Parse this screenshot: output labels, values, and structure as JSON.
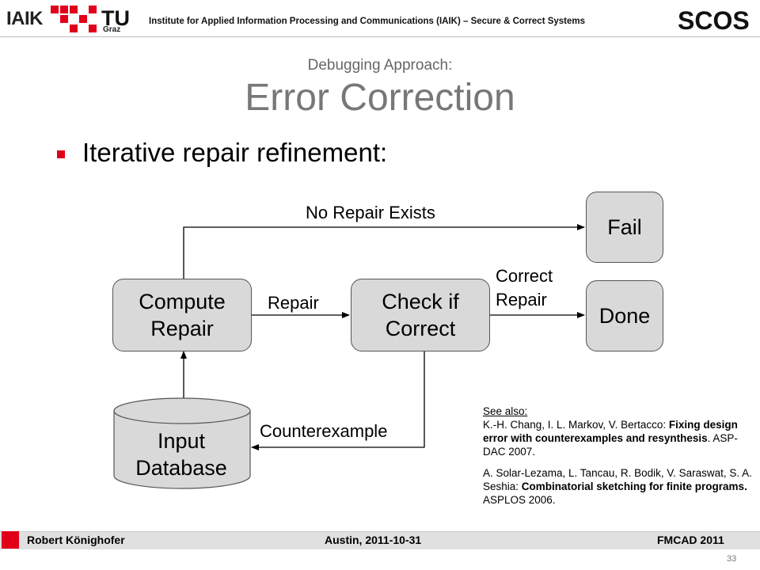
{
  "header": {
    "logo_iaik": "IAIK",
    "logo_tu": "TU",
    "logo_graz": "Graz",
    "institute": "Institute for Applied Information Processing and Communications (IAIK) – Secure & Correct Systems",
    "logo_scos": "SCOS"
  },
  "slide": {
    "subtitle": "Debugging Approach:",
    "title": "Error Correction",
    "bullet": "Iterative repair refinement:"
  },
  "diagram": {
    "compute_repair": "Compute\nRepair",
    "check_correct": "Check if\nCorrect",
    "done": "Done",
    "fail": "Fail",
    "input_database": "Input\nDatabase",
    "edge_no_repair": "No Repair Exists",
    "edge_repair": "Repair",
    "edge_correct_repair": "Correct\nRepair",
    "edge_counterexample": "Counterexample"
  },
  "references": {
    "see_also": "See also:",
    "ref1_authors": "K.-H. Chang, I. L. Markov, V. Bertacco: ",
    "ref1_title": "Fixing design error with counterexamples and resynthesis",
    "ref1_venue": ". ASP-DAC 2007.",
    "ref2_authors": "A. Solar-Lezama, L. Tancau, R. Bodik, V. Saraswat, S. A. Seshia: ",
    "ref2_title": "Combinatorial sketching for finite programs.",
    "ref2_venue": " ASPLOS 2006."
  },
  "footer": {
    "author": "Robert Könighofer",
    "place_date": "Austin, 2011-10-31",
    "conference": "FMCAD 2011",
    "page_number": "33"
  },
  "colors": {
    "accent_red": "#e1001a",
    "box_fill": "#d9d9d9",
    "title_gray": "#777777"
  }
}
